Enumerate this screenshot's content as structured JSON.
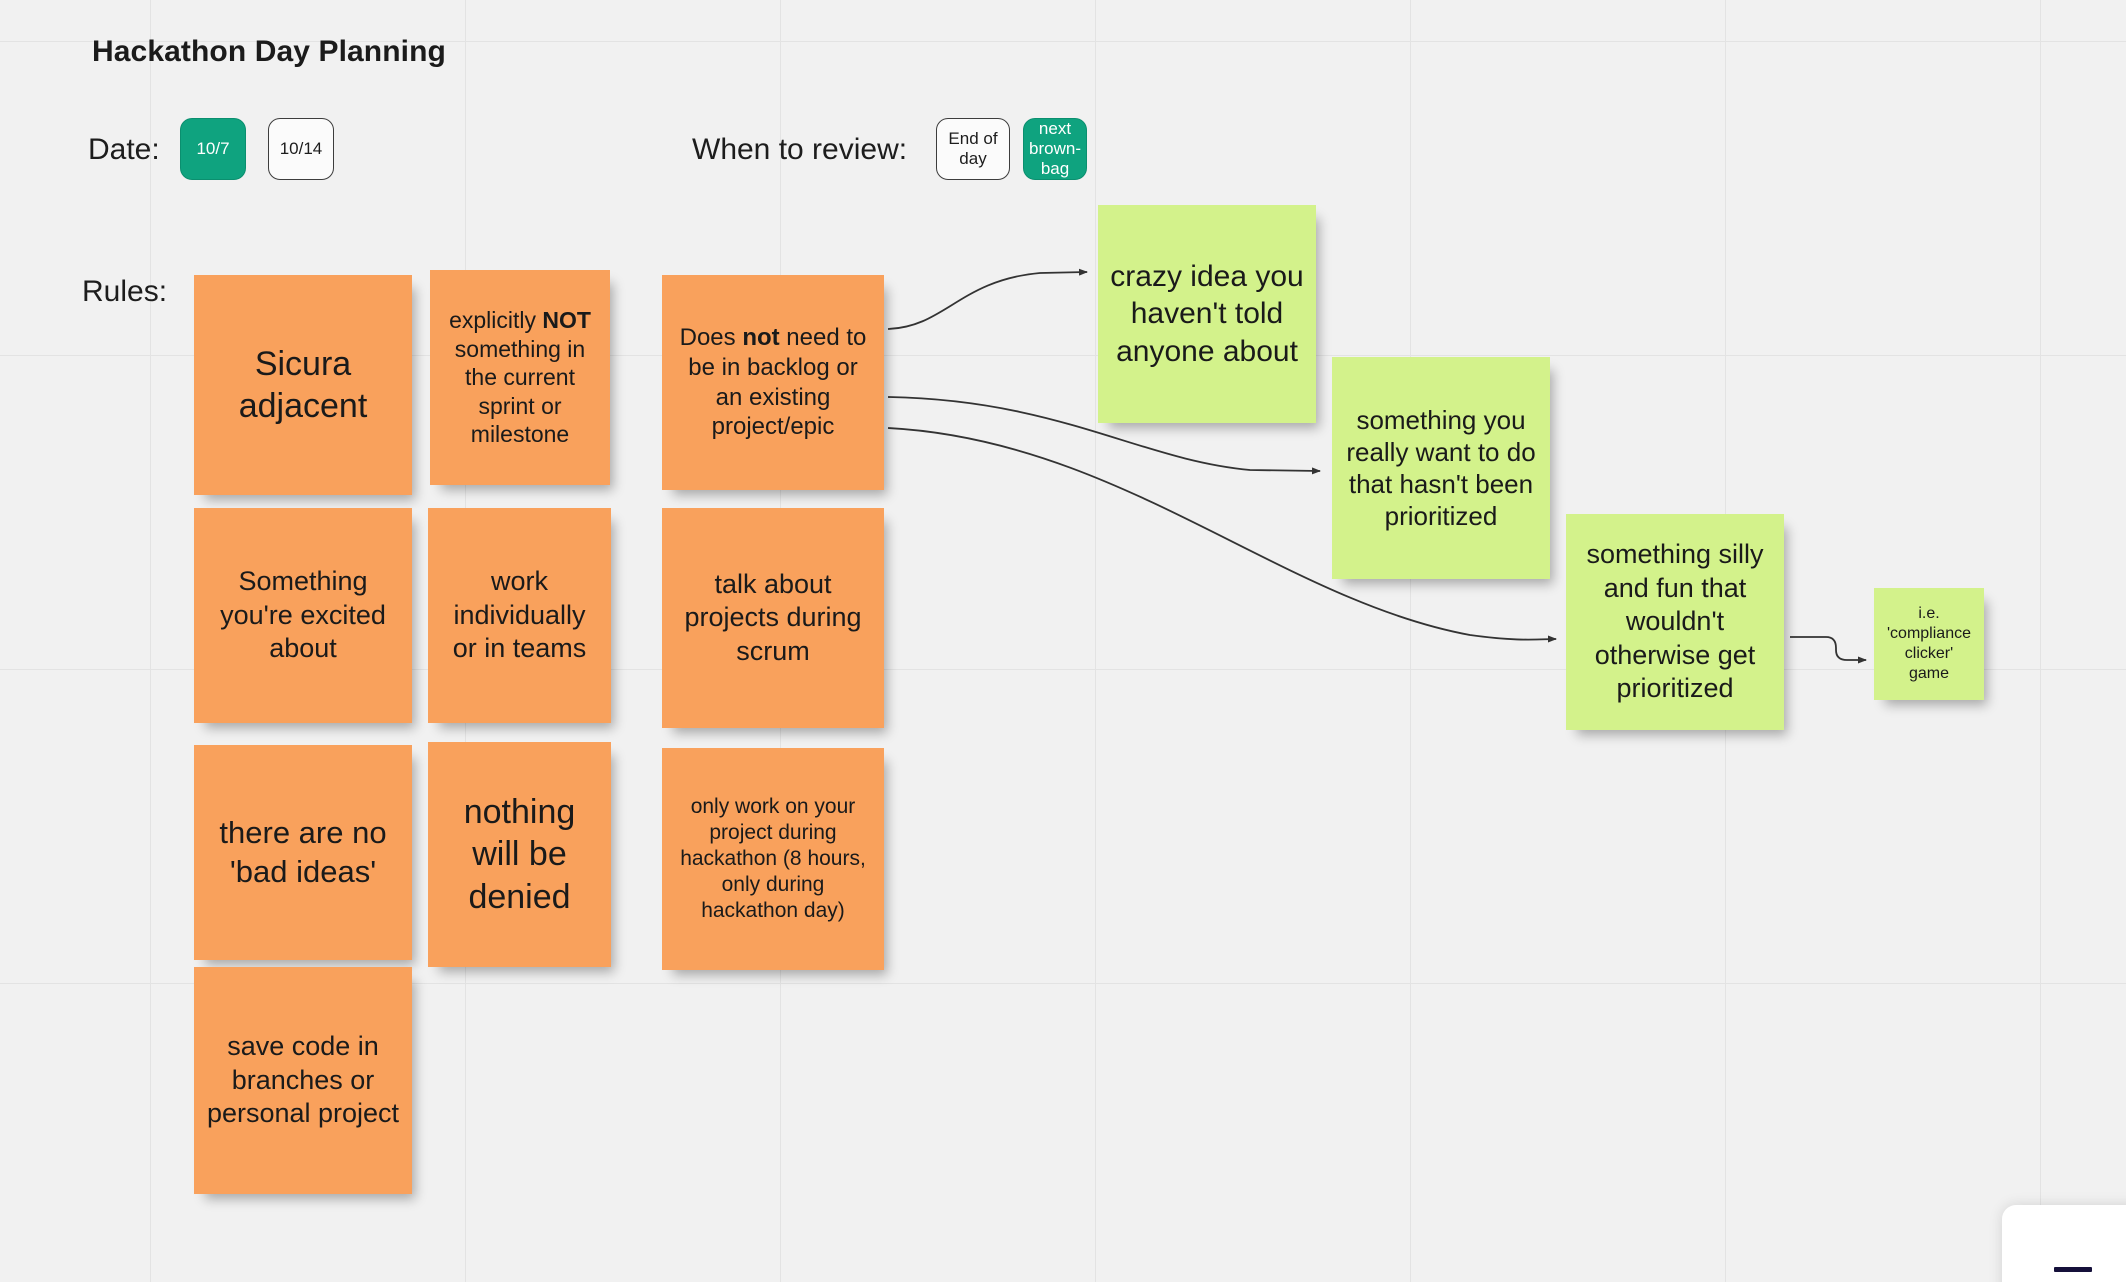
{
  "board": {
    "title": "Hackathon Day Planning",
    "background_color": "#f1f1f1",
    "grid_color": "#e3e3e3",
    "orange_note_color": "#f9a15c",
    "green_note_color": "#d3f28b",
    "accent_color": "#0fa37f"
  },
  "fields": {
    "date_label": "Date:",
    "review_label": "When to review:",
    "rules_label": "Rules:"
  },
  "date_options": [
    {
      "label": "10/7",
      "selected": true
    },
    {
      "label": "10/14",
      "selected": false
    }
  ],
  "review_options": [
    {
      "label": "End of day",
      "selected": false
    },
    {
      "label": "next brown-bag",
      "selected": true
    }
  ],
  "orange_notes": [
    {
      "id": "sicura-adjacent",
      "text": "Sicura adjacent"
    },
    {
      "id": "explicitly-not",
      "text_html": "explicitly <b>NOT</b> something in the current sprint or milestone"
    },
    {
      "id": "does-not-need",
      "text_html": "Does <b>not</b> need to be in backlog or an existing project/epic"
    },
    {
      "id": "excited-about",
      "text": "Something you're excited about"
    },
    {
      "id": "work-individually",
      "text": "work individually or in teams"
    },
    {
      "id": "talk-during-scrum",
      "text": "talk about projects during scrum"
    },
    {
      "id": "no-bad-ideas",
      "text": "there are no 'bad ideas'"
    },
    {
      "id": "nothing-denied",
      "text": "nothing will be denied"
    },
    {
      "id": "only-work-during",
      "text": "only work on your project during hackathon (8 hours, only during hackathon day)"
    },
    {
      "id": "save-code",
      "text": "save code in branches or personal project"
    }
  ],
  "green_notes": [
    {
      "id": "crazy-idea",
      "text": "crazy idea you haven't told anyone about"
    },
    {
      "id": "really-want-to-do",
      "text": "something you really want to do that hasn't been prioritized"
    },
    {
      "id": "silly-and-fun",
      "text": "something silly and fun that wouldn't otherwise get prioritized"
    },
    {
      "id": "compliance-clicker",
      "text": "i.e. 'compliance clicker' game"
    }
  ],
  "zoom_widget": {
    "zoom_out_icon": "minus-icon"
  }
}
